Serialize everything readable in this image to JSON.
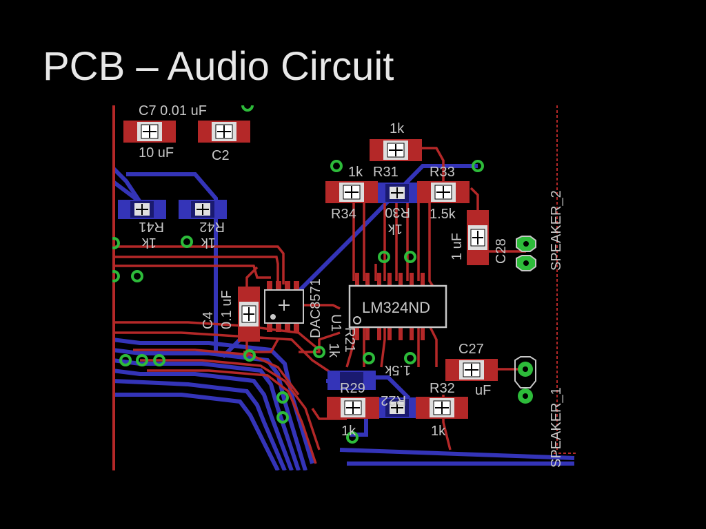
{
  "slide": {
    "title": "PCB – Audio Circuit"
  },
  "pcb": {
    "colors": {
      "top_copper": "#b42828",
      "bottom_copper": "#3434b8",
      "via": "#2dbb3a",
      "silkscreen": "#c8c8c8",
      "pad_body": "#e0e0e0",
      "background": "#000000"
    },
    "labels": {
      "c7_value": "C7 0.01 uF",
      "c_10uf": "10 uF",
      "c2": "C2",
      "r_top_1k": "1k",
      "r34_top": "1k",
      "r31": "R31",
      "r33": "R33",
      "r34": "R34",
      "r30": "R30",
      "r30_val": "1k",
      "r33_val": "1.5k",
      "c28": "C28",
      "c28_val": "1 uF",
      "r41": "R41",
      "r41_val": "1k",
      "r42": "R42",
      "r42_val": "1k",
      "c4": "C4",
      "c4_val": "0.1 uF",
      "dac": "DAC8571",
      "lm324": "LM324ND",
      "u1": "U1",
      "r21": "R21",
      "r21_val": "1k",
      "r22": "R22",
      "r22_val": "1.5k",
      "c27": "C27",
      "r29": "R29",
      "r32": "R32",
      "r32_val": "uF",
      "r29_val": "1k",
      "r32_bottom": "1k",
      "speaker1": "SPEAKER_1",
      "speaker2": "SPEAKER_2"
    }
  }
}
